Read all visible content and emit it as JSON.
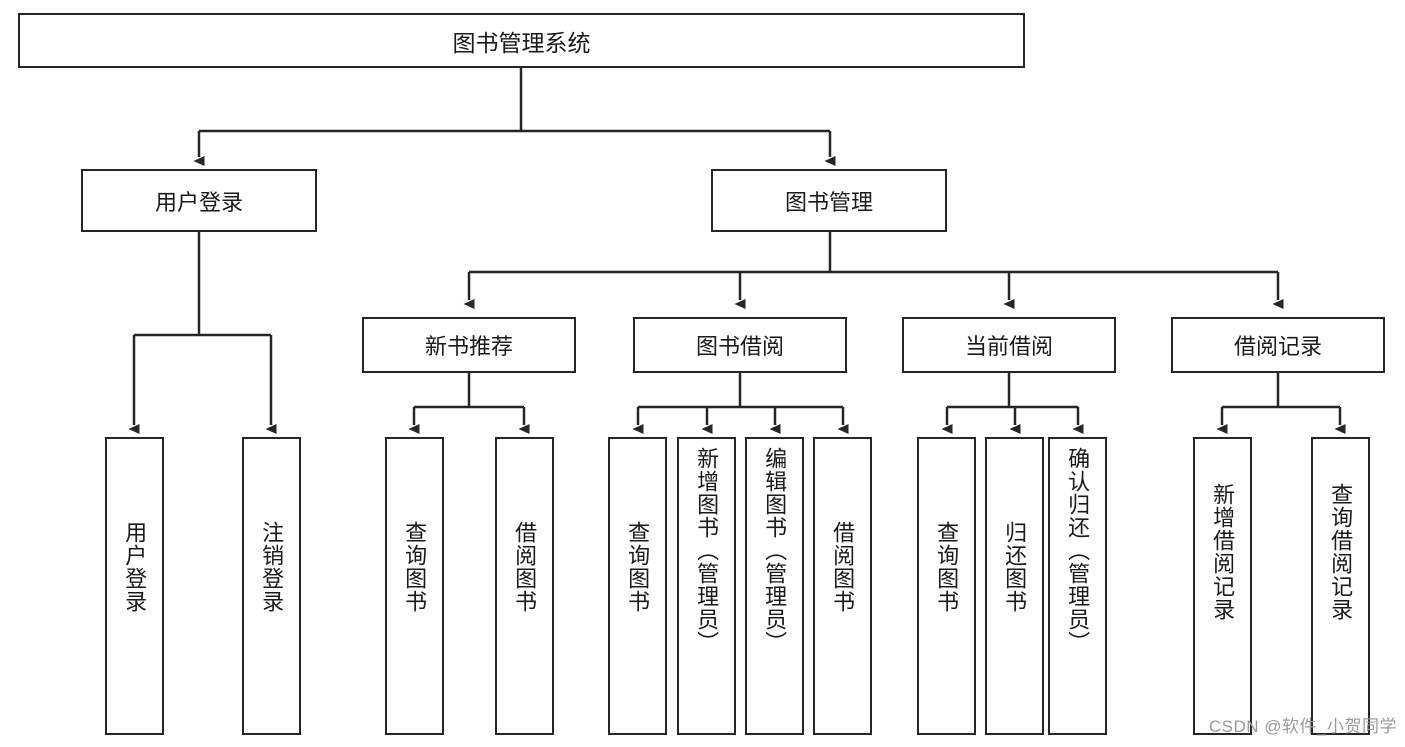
{
  "diagram": {
    "type": "tree-hierarchy",
    "title": "图书管理系统",
    "root": {
      "label": "图书管理系统"
    },
    "level2": [
      {
        "id": "user-login",
        "label": "用户登录"
      },
      {
        "id": "book-management",
        "label": "图书管理"
      }
    ],
    "level3": [
      {
        "id": "new-book-recommend",
        "label": "新书推荐"
      },
      {
        "id": "book-borrow",
        "label": "图书借阅"
      },
      {
        "id": "current-borrow",
        "label": "当前借阅"
      },
      {
        "id": "borrow-record",
        "label": "借阅记录"
      }
    ],
    "leaves": {
      "user_login": [
        {
          "id": "leaf-user-login",
          "label": "用户登录",
          "size": "short"
        },
        {
          "id": "leaf-logout",
          "label": "注销登录",
          "size": "short"
        }
      ],
      "new_book_recommend": [
        {
          "id": "leaf-query-book-1",
          "label": "查询图书",
          "size": "short"
        },
        {
          "id": "leaf-borrow-book-1",
          "label": "借阅图书",
          "size": "short"
        }
      ],
      "book_borrow": [
        {
          "id": "leaf-query-book-2",
          "label": "查询图书",
          "size": "short"
        },
        {
          "id": "leaf-add-book",
          "label": "新增图书（管理员）",
          "size": "long"
        },
        {
          "id": "leaf-edit-book",
          "label": "编辑图书（管理员）",
          "size": "long"
        },
        {
          "id": "leaf-borrow-book-2",
          "label": "借阅图书",
          "size": "short"
        }
      ],
      "current_borrow": [
        {
          "id": "leaf-query-book-3",
          "label": "查询图书",
          "size": "short"
        },
        {
          "id": "leaf-return-book",
          "label": "归还图书",
          "size": "short"
        },
        {
          "id": "leaf-confirm-return",
          "label": "确认归还（管理员）",
          "size": "long"
        }
      ],
      "borrow_record": [
        {
          "id": "leaf-add-record",
          "label": "新增借阅记录",
          "size": "medium"
        },
        {
          "id": "leaf-query-record",
          "label": "查询借阅记录",
          "size": "medium"
        }
      ]
    }
  },
  "watermark": {
    "text": "CSDN @软件_小贺同学"
  },
  "colors": {
    "stroke": "#262626",
    "background": "#ffffff",
    "text": "#1a1a1a",
    "watermark": "#9a9a9a"
  }
}
